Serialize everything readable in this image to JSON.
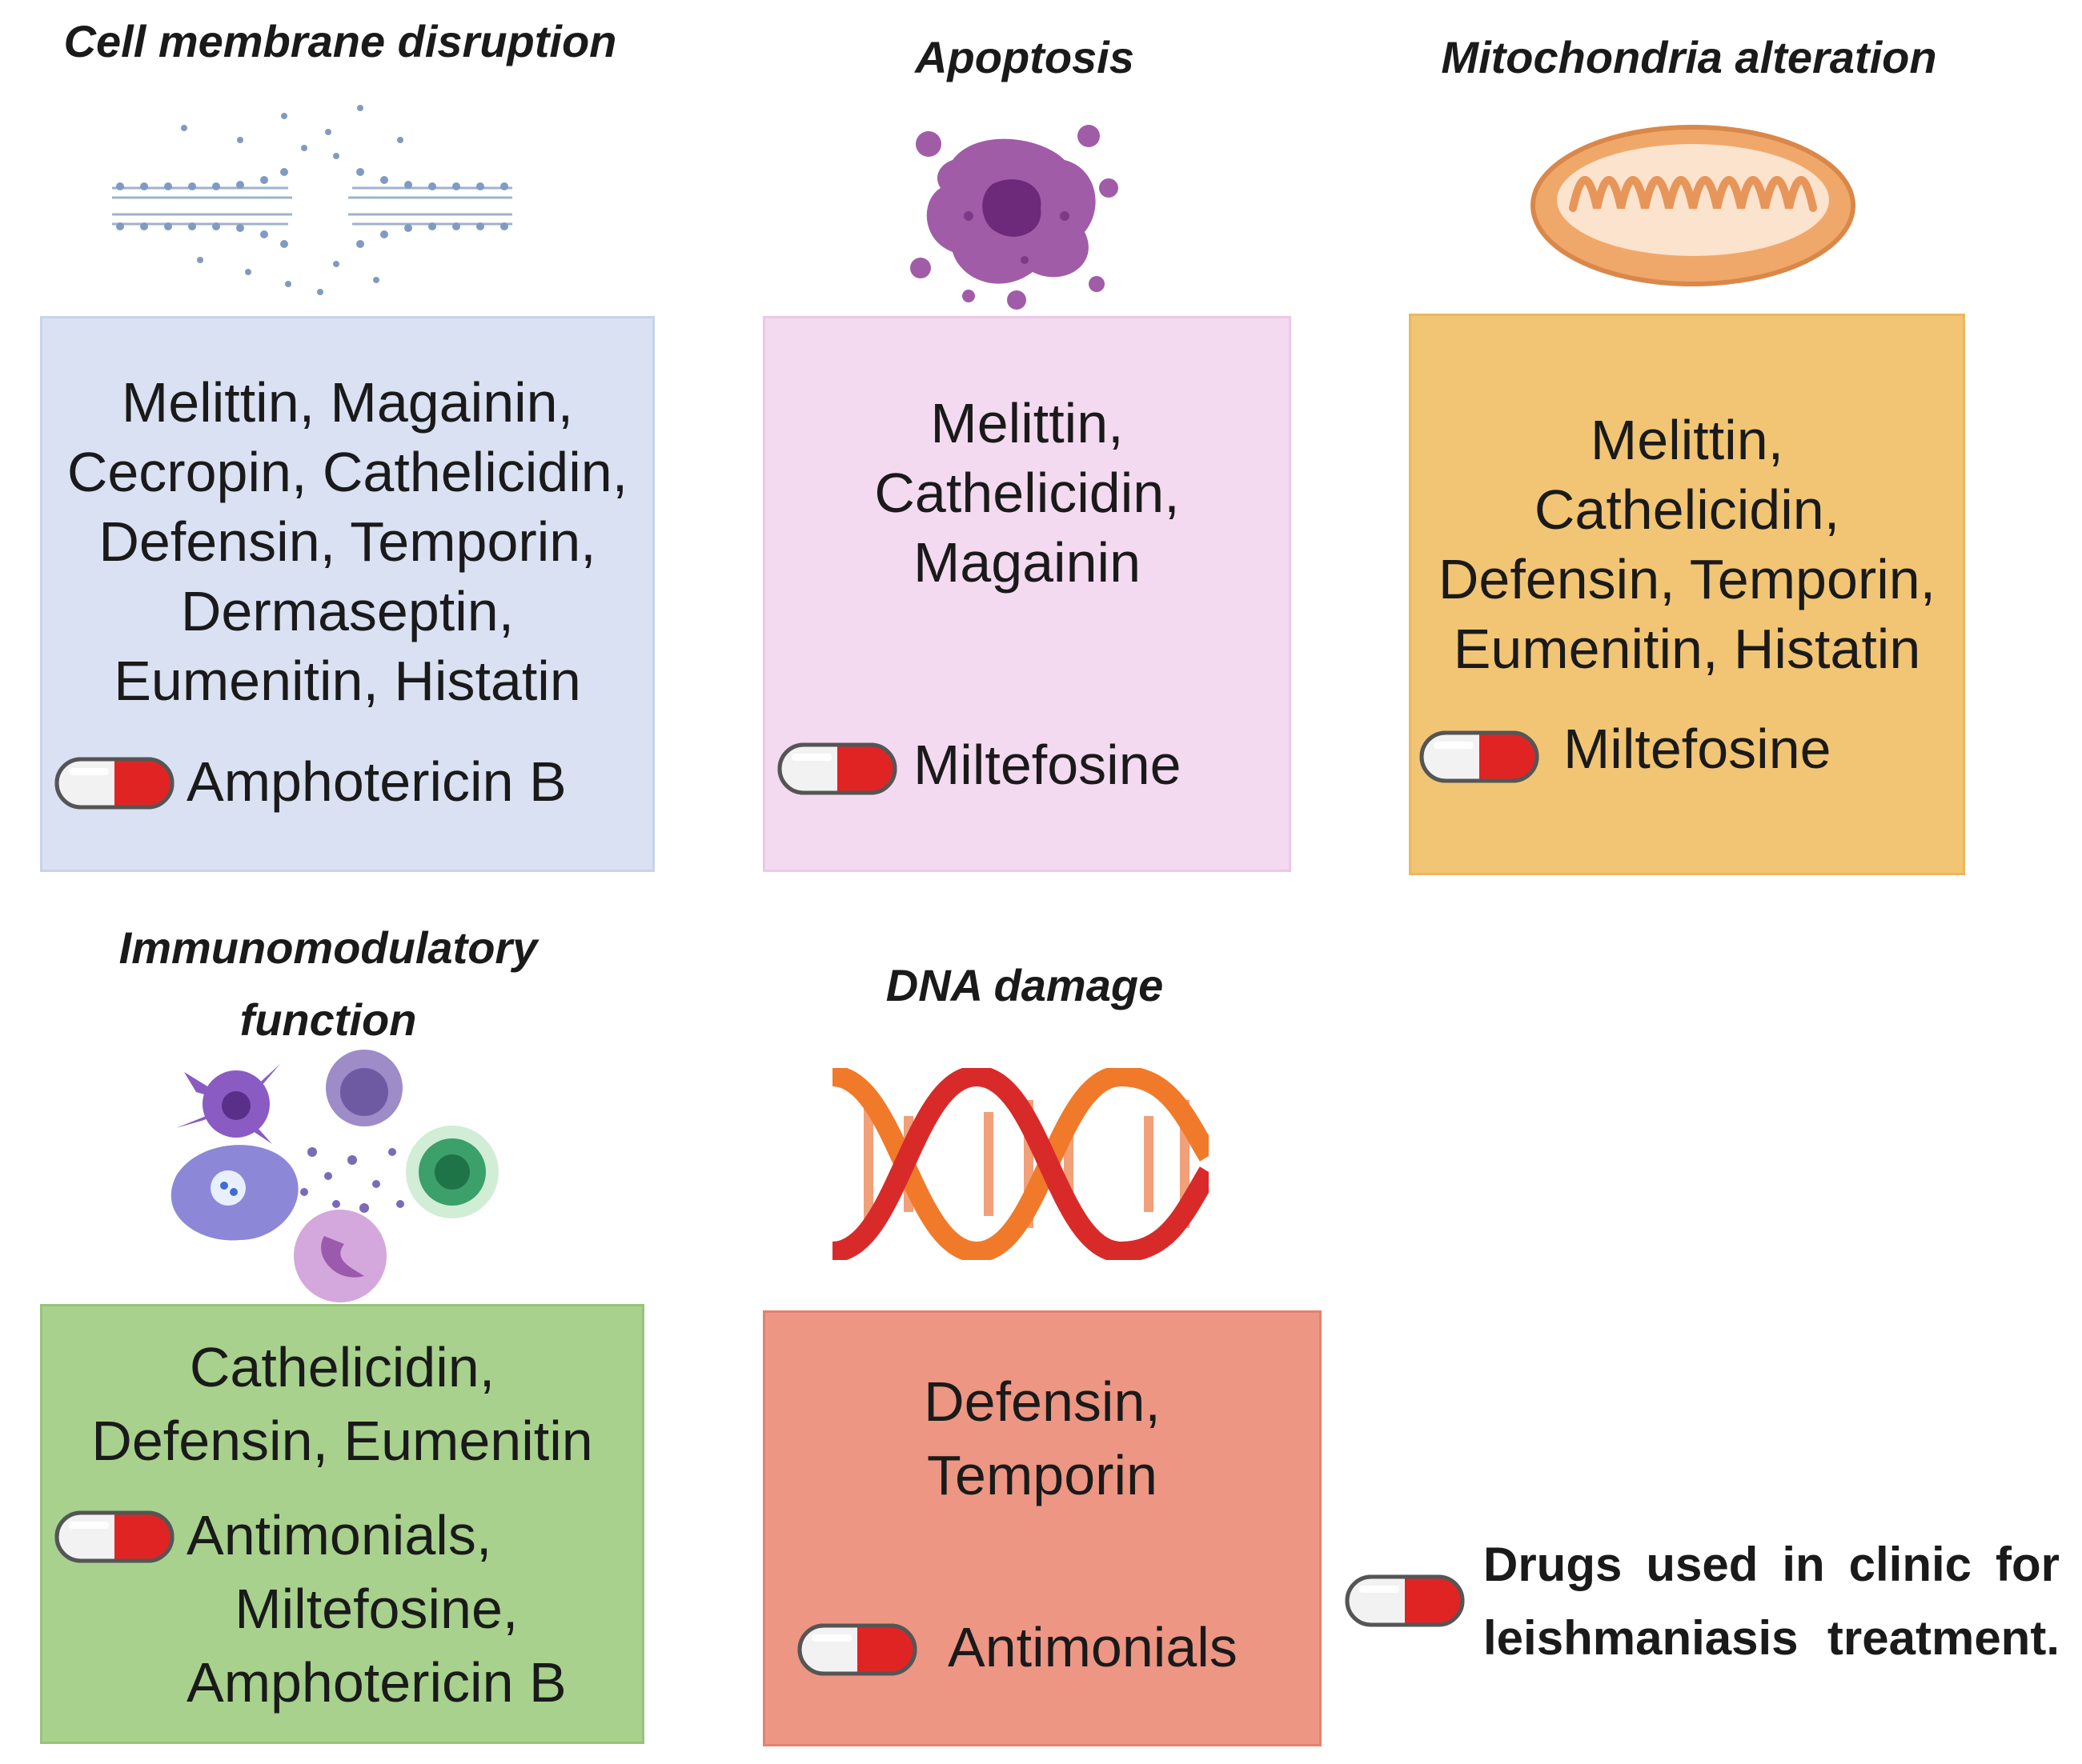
{
  "panels": [
    {
      "title": "Cell membrane disruption",
      "icon": "membrane-pore-icon",
      "color": "#d9e1f3",
      "peptides": [
        "Melittin, Magainin,",
        "Cecropin, Cathelicidin,",
        "Defensin, Temporin,",
        "Dermaseptin,",
        "Eumenitin, Histatin"
      ],
      "drugs": [
        "Amphotericin B"
      ]
    },
    {
      "title": "Apoptosis",
      "icon": "apoptotic-cell-icon",
      "color": "#f4daf0",
      "peptides": [
        "Melittin,",
        "Cathelicidin,",
        "Magainin"
      ],
      "drugs": [
        "Miltefosine"
      ]
    },
    {
      "title": "Mitochondria alteration",
      "icon": "mitochondria-icon",
      "color": "#f2c574",
      "peptides": [
        "Melittin,",
        "Cathelicidin,",
        "Defensin, Temporin,",
        "Eumenitin, Histatin"
      ],
      "drugs": [
        "Miltefosine"
      ]
    },
    {
      "title_lines": [
        "Immunomodulatory",
        "function"
      ],
      "icon": "immune-cells-icon",
      "color": "#a8d18d",
      "peptides": [
        "Cathelicidin,",
        "Defensin, Eumenitin"
      ],
      "drugs": [
        "Antimonials,",
        "Miltefosine,",
        "Amphotericin B"
      ]
    },
    {
      "title": "DNA damage",
      "icon": "dna-helix-icon",
      "color": "#ed9684",
      "peptides": [
        "Defensin,",
        "Temporin"
      ],
      "drugs": [
        "Antimonials"
      ]
    }
  ],
  "legend": {
    "icon": "pill-capsule-icon",
    "lines": [
      "Drugs used in clinic for",
      "leishmaniasis treatment."
    ]
  },
  "colors": {
    "pill_red": "#e02424",
    "pill_white": "#f2f2f2",
    "pill_outline": "#555555"
  }
}
